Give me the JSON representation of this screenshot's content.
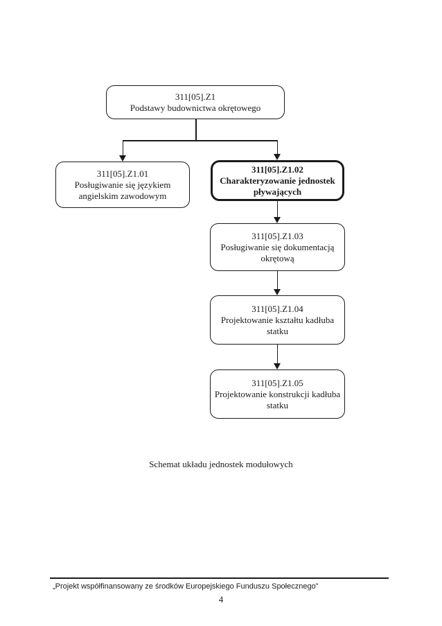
{
  "diagram": {
    "caption": "Schemat układu jednostek modułowych",
    "nodes": [
      {
        "id": "Z1",
        "code": "311[05].Z1",
        "label": "Podstawy budownictwa okrętowego",
        "emphasis": false
      },
      {
        "id": "Z1.01",
        "code": "311[05].Z1.01",
        "label": "Posługiwanie się językiem angielskim zawodowym",
        "emphasis": false
      },
      {
        "id": "Z1.02",
        "code": "311[05].Z1.02",
        "label": "Charakteryzowanie jednostek pływających",
        "emphasis": true
      },
      {
        "id": "Z1.03",
        "code": "311[05].Z1.03",
        "label": "Posługiwanie się dokumentacją okrętową",
        "emphasis": false
      },
      {
        "id": "Z1.04",
        "code": "311[05].Z1.04",
        "label": "Projektowanie kształtu kadłuba statku",
        "emphasis": false
      },
      {
        "id": "Z1.05",
        "code": "311[05].Z1.05",
        "label": "Projektowanie konstrukcji kadłuba statku",
        "emphasis": false
      }
    ],
    "colors": {
      "line": "#1a1a1a",
      "text": "#1a1a1a",
      "background": "#ffffff"
    }
  },
  "footer": {
    "text": "„Projekt współfinansowany ze środków Europejskiego Funduszu Społecznego”",
    "page_number": "4"
  }
}
